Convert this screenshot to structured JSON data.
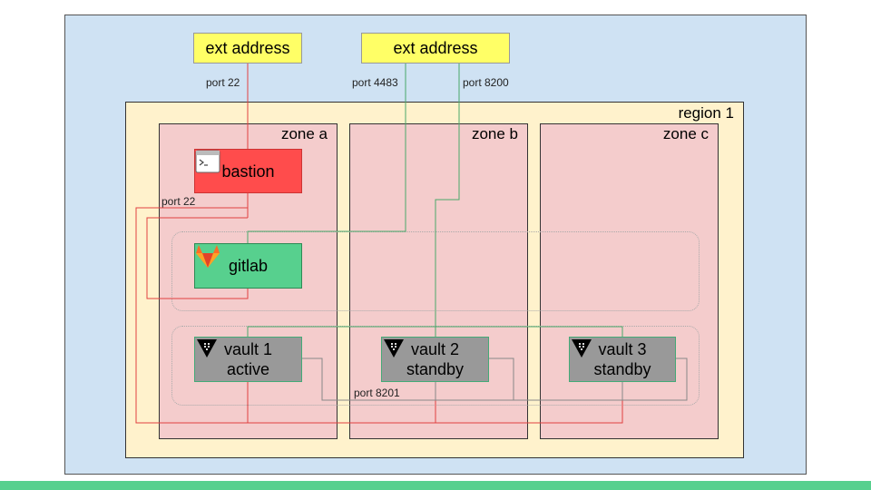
{
  "ext_addresses": [
    "ext address",
    "ext address"
  ],
  "ports": {
    "ext1": "port 22",
    "ext2a": "port 4483",
    "ext2b": "port 8200",
    "bastion_gitlab": "port 22",
    "vault_cluster": "port 8201"
  },
  "region": {
    "label": "region 1"
  },
  "zones": [
    "zone a",
    "zone b",
    "zone c"
  ],
  "nodes": {
    "bastion": "bastion",
    "gitlab": "gitlab",
    "vault1": {
      "name": "vault 1",
      "state": "active"
    },
    "vault2": {
      "name": "vault 2",
      "state": "standby"
    },
    "vault3": {
      "name": "vault 3",
      "state": "standby"
    }
  },
  "colors": {
    "ext_fill": "#ffff66",
    "bastion_fill": "#ff4c4c",
    "gitlab_fill": "#57d08e",
    "vault_fill": "#999999",
    "red_wire": "#e04040",
    "green_wire": "#4aa86a",
    "gray_wire": "#888888"
  }
}
